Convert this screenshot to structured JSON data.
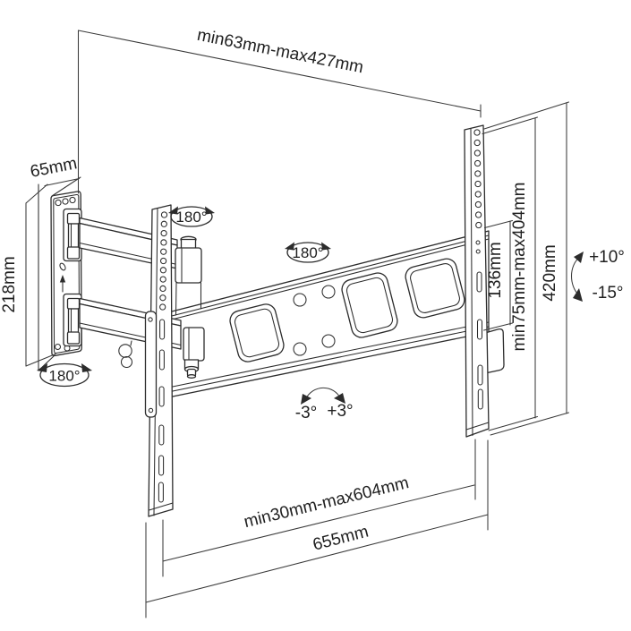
{
  "diagram": {
    "name": "Articulating TV wall mount bracket - dimension diagram",
    "labels": {
      "top_span": "min63mm-max427mm",
      "plate_depth": "65mm",
      "plate_height": "218mm",
      "hole_span": "136mm",
      "vesa_range": "min75mm-max404mm",
      "rail_height": "420mm",
      "bottom_range": "min30mm-max604mm",
      "bar_length": "655mm",
      "swivel_1": "180°",
      "swivel_2": "180°",
      "swivel_3": "180°",
      "tilt_up": "+10°",
      "tilt_down": "-15°",
      "level_left": "-3°",
      "level_right": "+3°"
    },
    "colors": {
      "background": "#ffffff",
      "object_line": "#2c2c2c",
      "dimension_line": "#3a3a3a",
      "text": "#1f1f1f"
    }
  }
}
